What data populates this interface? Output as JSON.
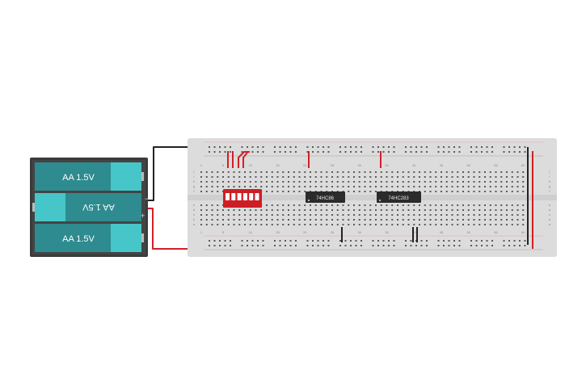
{
  "battery_pack": {
    "cells": [
      {
        "label": "AA 1.5V",
        "orientation": "normal"
      },
      {
        "label": "AA 1.5V",
        "orientation": "flipped"
      },
      {
        "label": "AA 1.5V",
        "orientation": "normal"
      }
    ],
    "terminal_negative": "−",
    "terminal_positive": "+"
  },
  "breadboard": {
    "column_numbers": [
      "1",
      "5",
      "10",
      "15",
      "20",
      "25",
      "30",
      "35",
      "40",
      "45",
      "50",
      "55",
      "60"
    ],
    "row_letters_top": [
      "j",
      "i",
      "h",
      "g",
      "f"
    ],
    "row_letters_bottom": [
      "e",
      "d",
      "c",
      "b",
      "a"
    ]
  },
  "components": {
    "dip_switch": {
      "positions": 6
    },
    "chips": [
      {
        "label": "74HC86"
      },
      {
        "label": "74HC283"
      }
    ]
  },
  "colors": {
    "breadboard": "#dcdcdc",
    "hole": "#5a5a5a",
    "wire_red": "#d21f26",
    "wire_black": "#222222",
    "battery_body": "#3b3b3b",
    "cell_teal": "#2e8b8f",
    "cell_cap": "#46c6c8",
    "switch_red": "#cc1f25",
    "chip": "#2b2b2b"
  }
}
